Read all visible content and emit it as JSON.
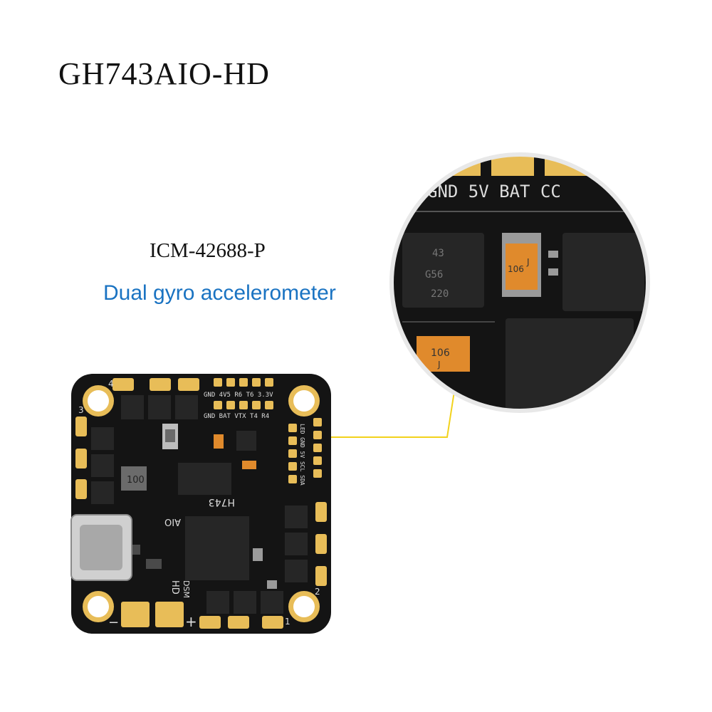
{
  "title": "GH743AIO-HD",
  "chip_label": "ICM-42688-P",
  "feature": "Dual gyro accelerometer",
  "colors": {
    "pcb": "#141414",
    "gold": "#e8bd58",
    "chip": "#262626",
    "accent_text": "#1a73c2",
    "leader": "#f2d21c",
    "capacitor": "#e08a2c"
  },
  "board": {
    "pad_labels_top": "GND 4V5 R6 T6 3.3V",
    "pad_labels_mid": "GND BAT VTX T4 R4",
    "pad_labels_side": "LED GND 5V SCL SDA",
    "model_marking": "H743",
    "variant_marking": "AIO",
    "hd_marking": "HD",
    "dsm_marking": "DSM",
    "inductor_marking": "100",
    "motor_1": "1",
    "motor_2": "2",
    "motor_3": "3",
    "motor_4": "4",
    "plus_marking": "+",
    "minus_marking": "−"
  },
  "zoom": {
    "pad_labels": "GND 5V BAT CC",
    "cap_marking_1": "106",
    "cap_marking_1b": "J",
    "cap_marking_2": "106",
    "cap_marking_2b": "J",
    "chip_marking_1": "43",
    "chip_marking_2": "G56",
    "chip_marking_3": "220"
  }
}
